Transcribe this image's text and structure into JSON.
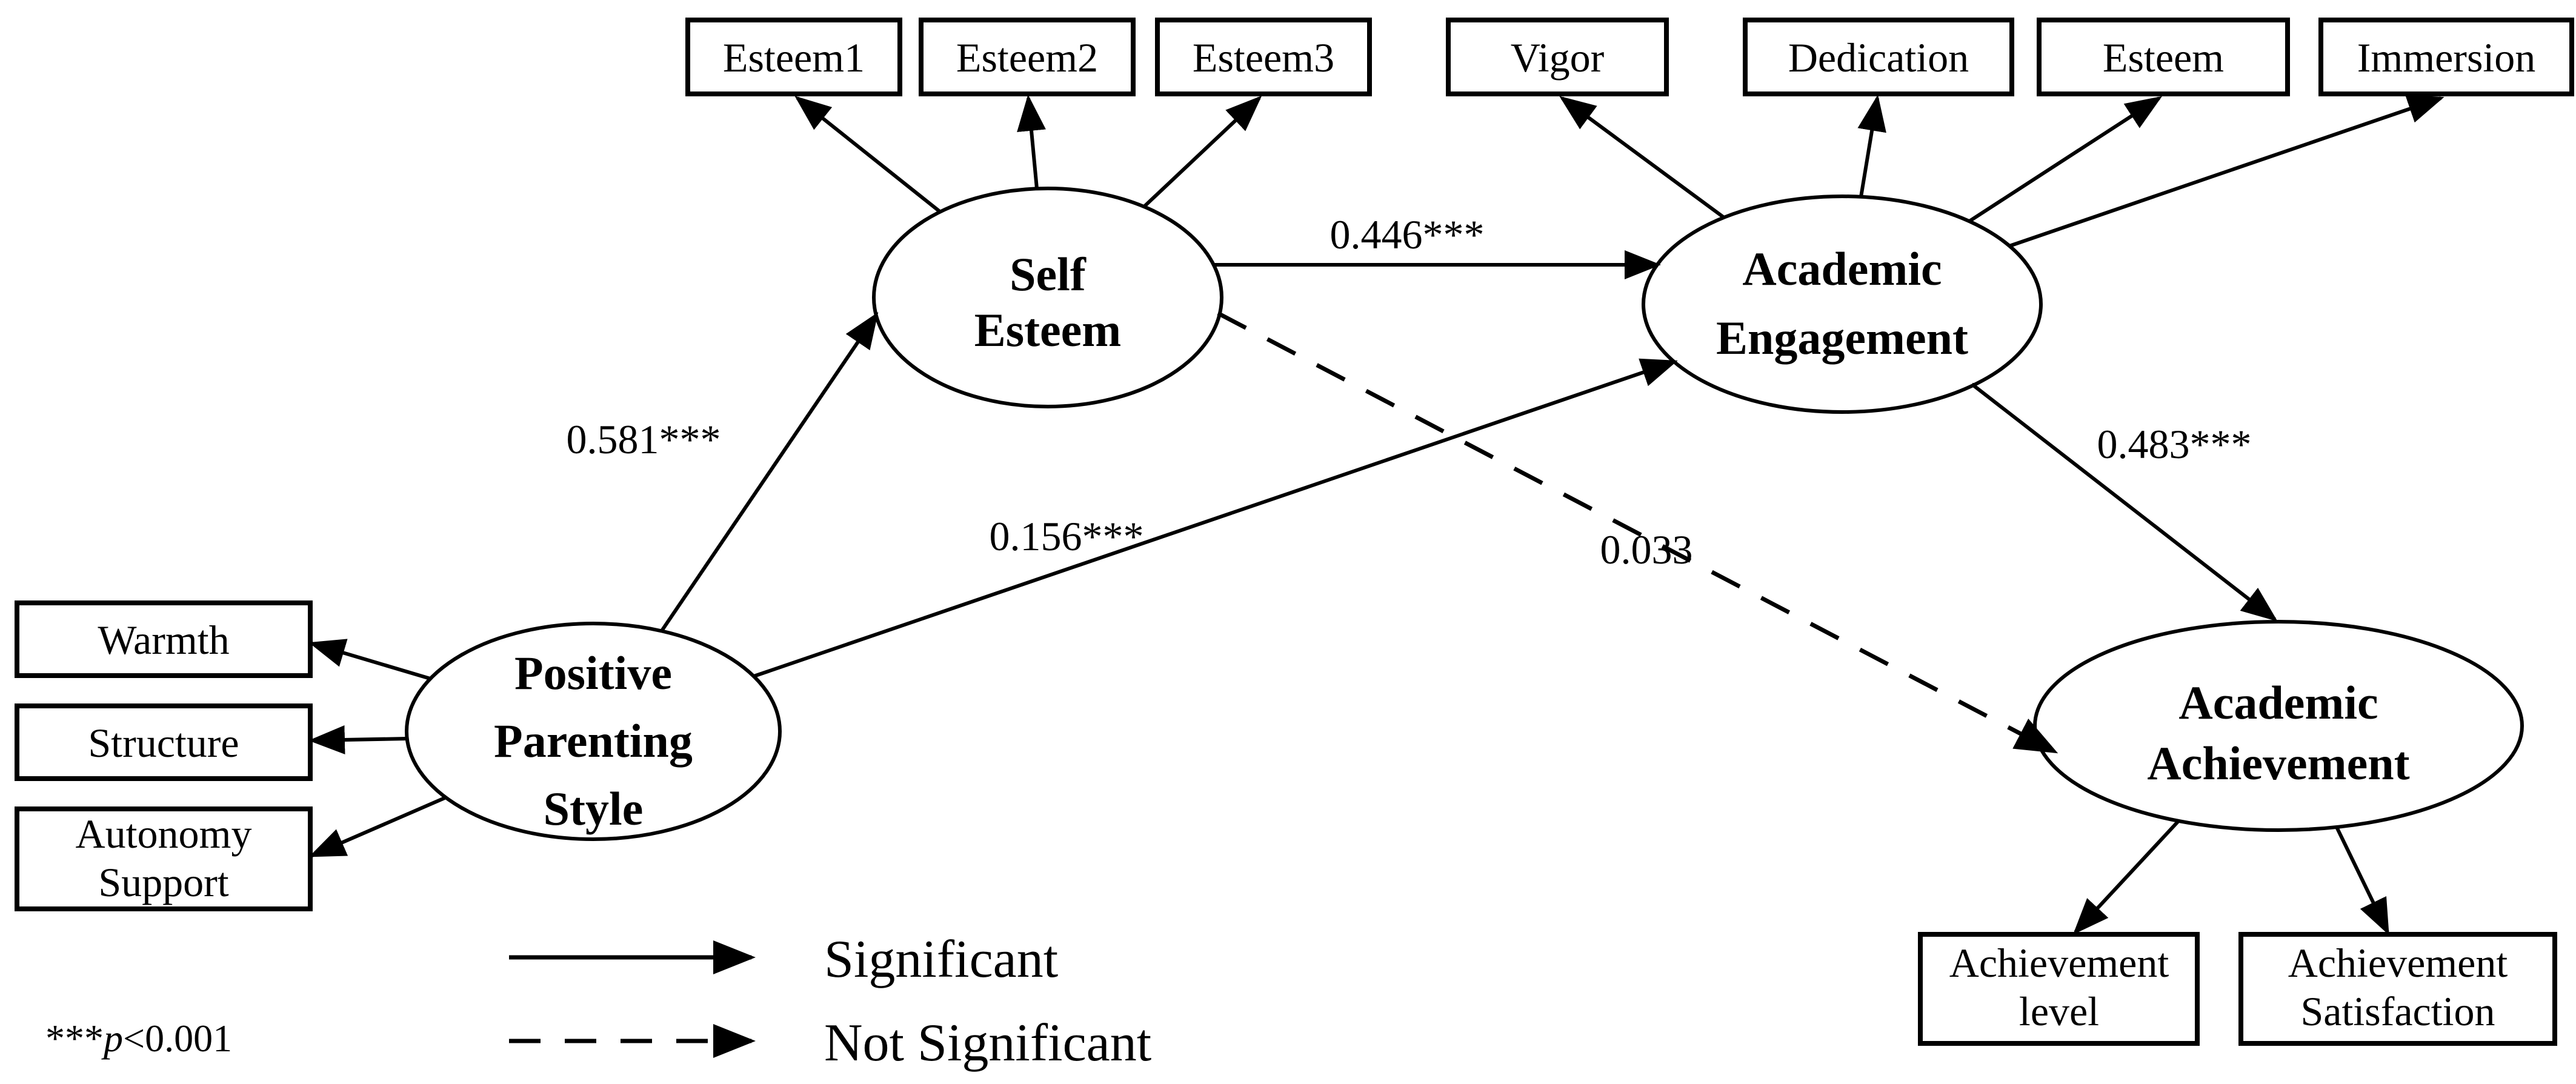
{
  "figure": {
    "kind": "structural-equation-model-path-diagram",
    "colors": {
      "ink": "#000000",
      "background": "#ffffff"
    },
    "latents": {
      "positive_parenting_style": {
        "lines": [
          "Positive",
          "Parenting",
          "Style"
        ]
      },
      "self_esteem": {
        "lines": [
          "Self",
          "Esteem"
        ]
      },
      "academic_engagement": {
        "lines": [
          "Academic",
          "Engagement"
        ]
      },
      "academic_achievement": {
        "lines": [
          "Academic",
          "Achievement"
        ]
      }
    },
    "observed": {
      "esteem1": {
        "label": "Esteem1"
      },
      "esteem2": {
        "label": "Esteem2"
      },
      "esteem3": {
        "label": "Esteem3"
      },
      "vigor": {
        "label": "Vigor"
      },
      "dedication": {
        "label": "Dedication"
      },
      "esteem": {
        "label": "Esteem"
      },
      "immersion": {
        "label": "Immersion"
      },
      "warmth": {
        "label": "Warmth"
      },
      "structure": {
        "label": "Structure"
      },
      "autonomy_support": {
        "lines": [
          "Autonomy",
          "Support"
        ]
      },
      "achievement_level": {
        "lines": [
          "Achievement",
          "level"
        ]
      },
      "achievement_satisfaction": {
        "lines": [
          "Achievement",
          "Satisfaction"
        ]
      }
    },
    "paths": {
      "pps_to_self_esteem": {
        "from": "Positive Parenting Style",
        "to": "Self Esteem",
        "coef": "0.581***",
        "significant": true
      },
      "pps_to_academic_engagement": {
        "from": "Positive Parenting Style",
        "to": "Academic Engagement",
        "coef": "0.156***",
        "significant": true
      },
      "se_to_academic_engagement": {
        "from": "Self Esteem",
        "to": "Academic Engagement",
        "coef": "0.446***",
        "significant": true
      },
      "se_to_academic_achievement": {
        "from": "Self Esteem",
        "to": "Academic Achievement",
        "coef": "0.033",
        "significant": false
      },
      "ae_to_academic_achievement": {
        "from": "Academic Engagement",
        "to": "Academic Achievement",
        "coef": "0.483***",
        "significant": true
      }
    },
    "measurements": [
      {
        "latent": "Self Esteem",
        "indicator": "Esteem1"
      },
      {
        "latent": "Self Esteem",
        "indicator": "Esteem2"
      },
      {
        "latent": "Self Esteem",
        "indicator": "Esteem3"
      },
      {
        "latent": "Academic Engagement",
        "indicator": "Vigor"
      },
      {
        "latent": "Academic Engagement",
        "indicator": "Dedication"
      },
      {
        "latent": "Academic Engagement",
        "indicator": "Esteem"
      },
      {
        "latent": "Academic Engagement",
        "indicator": "Immersion"
      },
      {
        "latent": "Positive Parenting Style",
        "indicator": "Warmth"
      },
      {
        "latent": "Positive Parenting Style",
        "indicator": "Structure"
      },
      {
        "latent": "Positive Parenting Style",
        "indicator": "Autonomy Support"
      },
      {
        "latent": "Academic Achievement",
        "indicator": "Achievement level"
      },
      {
        "latent": "Academic Achievement",
        "indicator": "Achievement Satisfaction"
      }
    ],
    "legend": {
      "significant": "Significant",
      "not_significant": "Not Significant"
    },
    "footnote": {
      "stars": "***",
      "p": "p",
      "condition": "<0.001"
    }
  }
}
